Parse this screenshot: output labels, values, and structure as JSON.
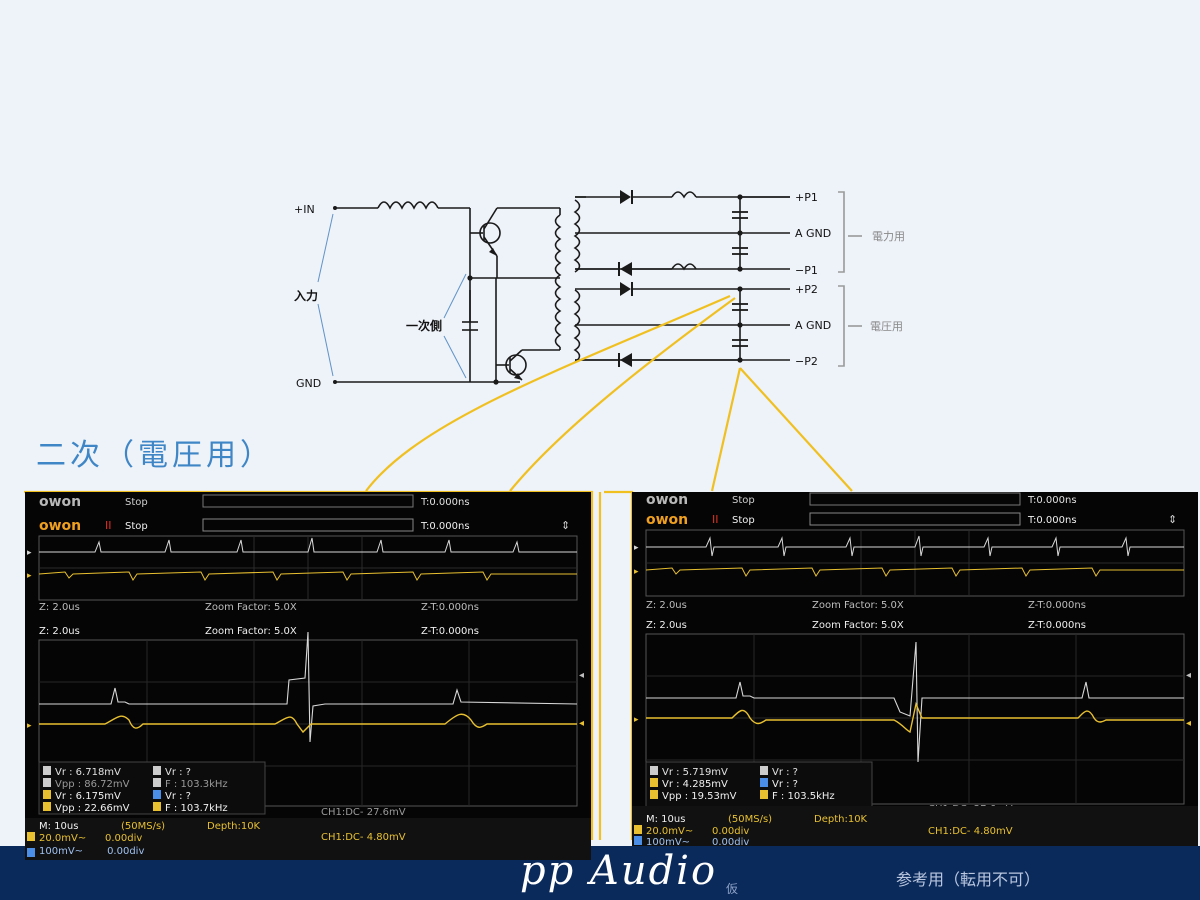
{
  "section_title": "二次（電圧用）",
  "schematic": {
    "plus_in": "+IN",
    "gnd": "GND",
    "input_label": "入力",
    "primary_label": "一次側",
    "p1_plus": "+P1",
    "agnd_1": "A GND",
    "p1_minus": "−P1",
    "p2_plus": "+P2",
    "agnd_2": "A GND",
    "p2_minus": "−P2",
    "power_group": "電力用",
    "voltage_group": "電圧用"
  },
  "scope_left": {
    "logo": "owon",
    "state": "Stop",
    "trigger_time": "T:0.000ns",
    "zoom_scale": "Z: 2.0us",
    "zoom_factor": "Zoom Factor: 5.0X",
    "zoom_time": "Z-T:0.000ns",
    "m_ch2_vr": "Vr : 6.718mV",
    "m_ch2_vpp": "Vpp : 86.72mV",
    "m_ch1_vr": "Vr : 6.175mV",
    "m_ch1_vpp": "Vpp : 22.66mV",
    "m_r_vr_a": "Vr :    ?",
    "m_r_f_a": "F : 103.3kHz",
    "m_r_vr_b": "Vr :    ?",
    "m_r_f_b": "F : 103.7kHz",
    "bottom_ghost": "CH1:DC-  27.6mV",
    "timebase": "M: 10us",
    "sample_rate": "(50MS/s)",
    "depth": "Depth:10K",
    "ch1_scale": "20.0mV~",
    "ch1_offset": "0.00div",
    "ch2_scale": "100mV~",
    "ch2_offset": "0.00div",
    "trigger_info": "CH1:DC-  4.80mV"
  },
  "scope_right": {
    "logo": "owon",
    "state": "Stop",
    "trigger_time": "T:0.000ns",
    "zoom_scale": "Z: 2.0us",
    "zoom_factor": "Zoom Factor: 5.0X",
    "zoom_time": "Z-T:0.000ns",
    "m_ch2_vr": "Vr : 5.719mV",
    "m_ch1_vr": "Vr : 4.285mV",
    "m_ch1_vpp": "Vpp : 19.53mV",
    "m_r_vr_a": "Vr :    ?",
    "m_r_vr_b": "Vr :    ?",
    "m_r_f_b": "F : 103.5kHz",
    "bottom_ghost": "CH1:DC-  27.6mV",
    "timebase": "M: 10us",
    "sample_rate": "(50MS/s)",
    "depth": "Depth:10K",
    "ch1_scale": "20.0mV~",
    "ch1_offset": "0.00div",
    "ch2_scale": "100mV~",
    "ch2_offset": "0.00div",
    "trigger_info": "CH1:DC-  4.80mV"
  },
  "footer": {
    "brand": "pp Audio",
    "brand_tag": "仮",
    "note": "参考用（転用不可）"
  },
  "colors": {
    "callout": "#f0c020",
    "ch1_trace": "#e8c030",
    "ch2_trace": "#d8d8d8",
    "title_blue": "#3f86c6",
    "footer_bg": "#0b2a5c"
  }
}
